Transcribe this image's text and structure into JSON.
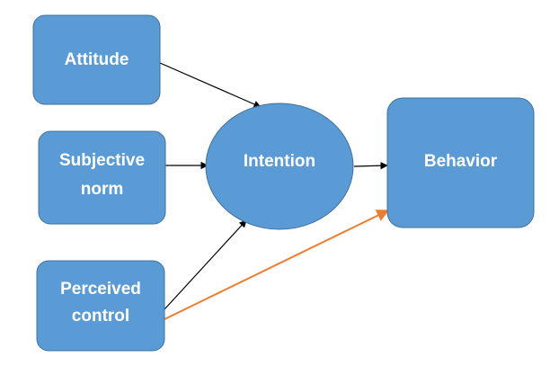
{
  "diagram": {
    "nodes": {
      "attitude": {
        "lines": [
          "Attitude"
        ]
      },
      "subjective_norm": {
        "lines": [
          "Subjective",
          "norm"
        ]
      },
      "perceived_control": {
        "lines": [
          "Perceived",
          "control"
        ]
      },
      "intention": {
        "lines": [
          "Intention"
        ]
      },
      "behavior": {
        "lines": [
          "Behavior"
        ]
      }
    },
    "edges": [
      {
        "from": "Attitude",
        "to": "Intention",
        "color": "#000000"
      },
      {
        "from": "Subjective norm",
        "to": "Intention",
        "color": "#000000"
      },
      {
        "from": "Perceived control",
        "to": "Intention",
        "color": "#000000"
      },
      {
        "from": "Intention",
        "to": "Behavior",
        "color": "#000000"
      },
      {
        "from": "Perceived control",
        "to": "Behavior",
        "color": "#ED7D31"
      }
    ],
    "colors": {
      "node_fill": "#5B9BD5",
      "node_stroke": "#41719C",
      "text": "#FFFFFF",
      "black_arrow": "#000000",
      "orange_arrow": "#ED7D31"
    }
  }
}
